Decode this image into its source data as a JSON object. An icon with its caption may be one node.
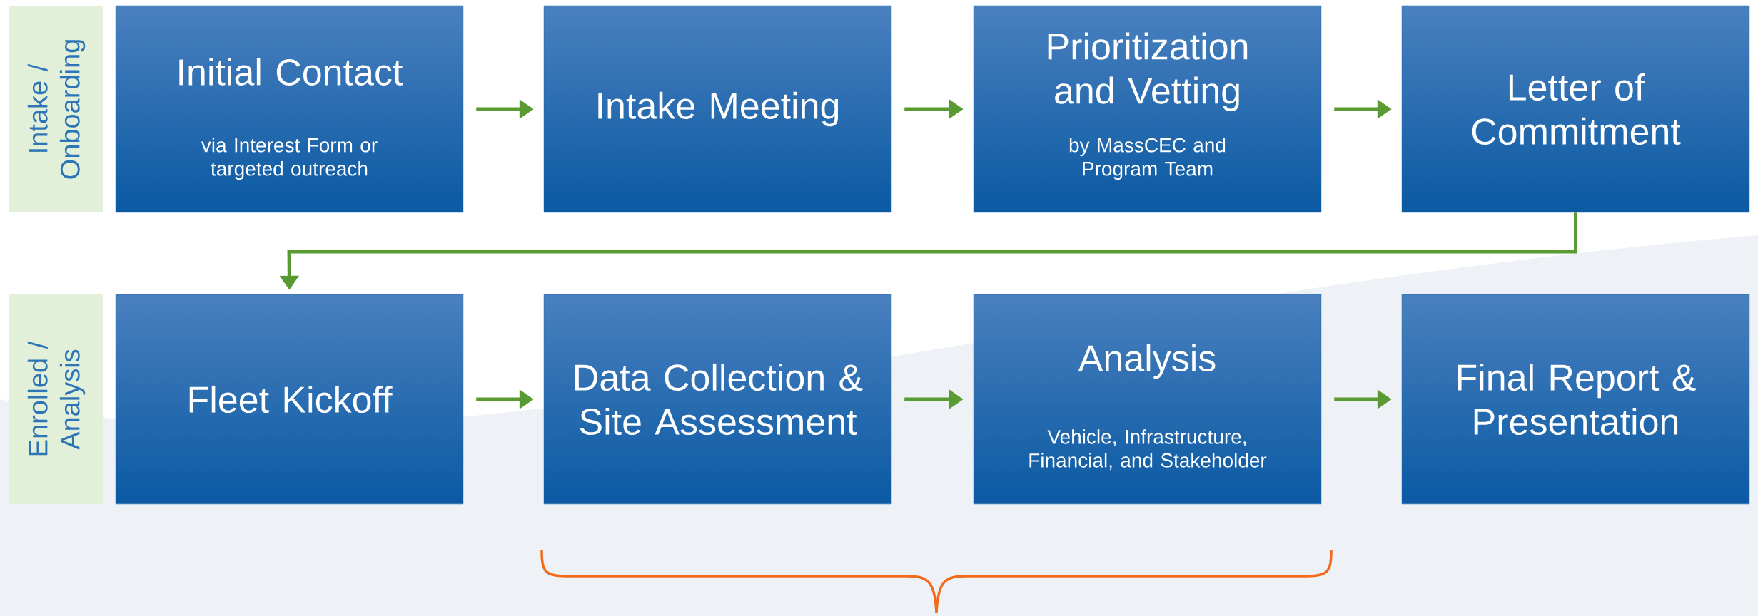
{
  "diagram": {
    "nodes": [
      {
        "text": [
          "Intake / Onboarding"
        ]
      },
      {
        "text": [
          "Initial Contact",
          "via Interest Form or targeted outreach"
        ]
      },
      {
        "text": [
          "Intake Meeting"
        ]
      },
      {
        "text": [
          "Prioritization and Vetting",
          "by MassCEC and Program Team"
        ]
      },
      {
        "text": [
          "Letter of Commitment"
        ]
      },
      {
        "text": [
          "Enrolled / Analysis"
        ]
      },
      {
        "text": [
          "Fleet Kickoff"
        ]
      },
      {
        "text": [
          "Data Collection & Site Assessment"
        ]
      },
      {
        "text": [
          "Analysis",
          "Vehicle, Infrastructure, Financial, and Stakeholder"
        ]
      },
      {
        "text": [
          "Final Report & Presentation"
        ]
      }
    ],
    "edges": [
      {
        "from": 1,
        "to": 2,
        "arrow": "to"
      },
      {
        "from": 2,
        "to": 3,
        "arrow": "to"
      },
      {
        "from": 3,
        "to": 4,
        "arrow": "to"
      },
      {
        "from": 4,
        "to": 6,
        "arrow": "to"
      },
      {
        "from": 6,
        "to": 7,
        "arrow": "to"
      },
      {
        "from": 7,
        "to": 8,
        "arrow": "to"
      },
      {
        "from": 8,
        "to": 9,
        "arrow": "to"
      }
    ]
  }
}
